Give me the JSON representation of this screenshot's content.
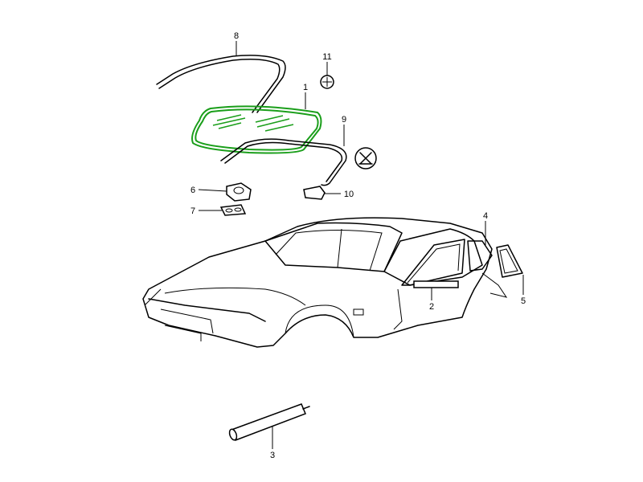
{
  "diagram": {
    "highlight_color": "#1a9e1a",
    "callouts": [
      {
        "id": "8",
        "part": "windshield-trim-upper"
      },
      {
        "id": "11",
        "part": "clip"
      },
      {
        "id": "1",
        "part": "windshield-glass"
      },
      {
        "id": "9",
        "part": "windshield-trim-lower"
      },
      {
        "id": "6",
        "part": "mirror-base"
      },
      {
        "id": "10",
        "part": "retainer"
      },
      {
        "id": "7",
        "part": "gasket"
      },
      {
        "id": "4",
        "part": "rear-quarter-window"
      },
      {
        "id": "2",
        "part": "door-window"
      },
      {
        "id": "5",
        "part": "quarter-window-seal"
      },
      {
        "id": "3",
        "part": "adhesive-tube"
      }
    ]
  }
}
